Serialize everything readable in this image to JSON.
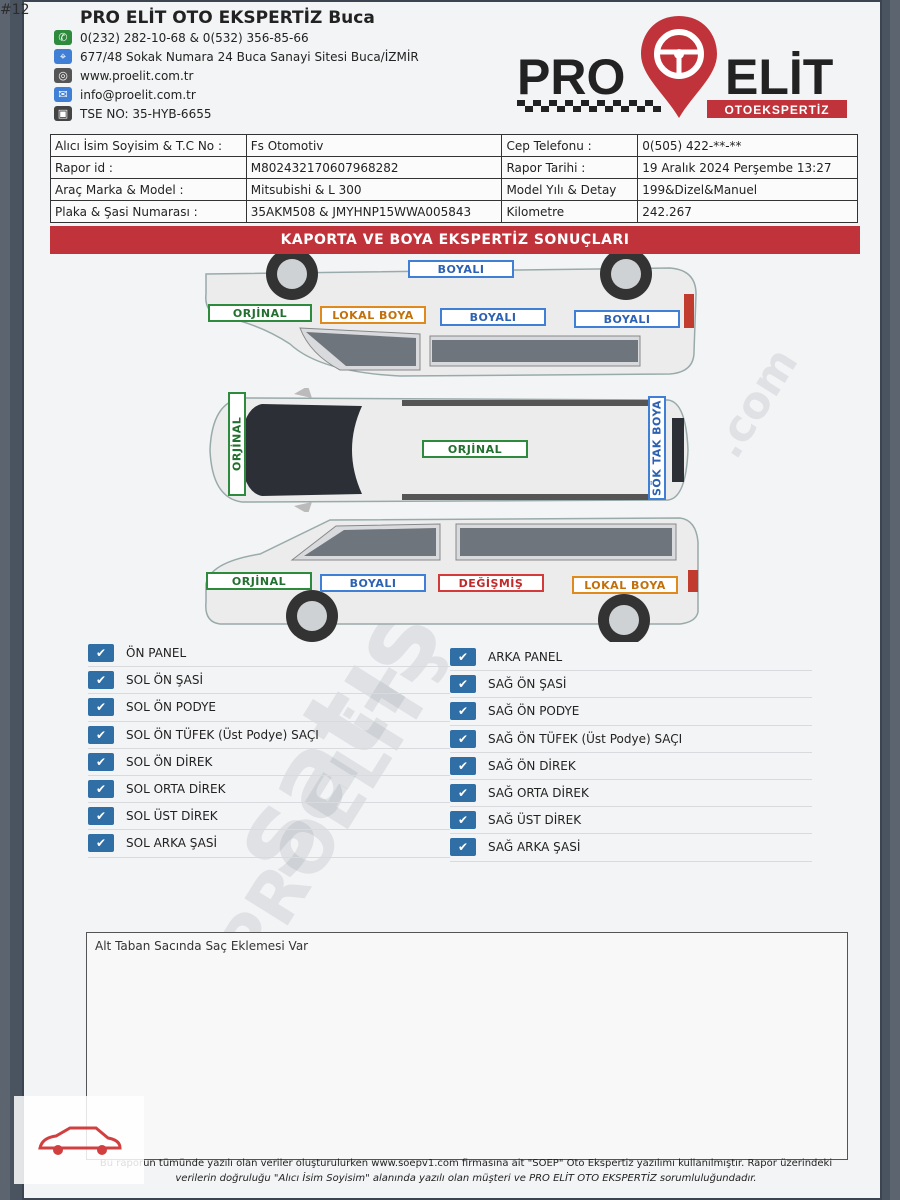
{
  "corner_id": "#12",
  "company": {
    "name": "PRO ELİT OTO EKSPERTİZ Buca",
    "phone": "0(232) 282-10-68 & 0(532) 356-85-66",
    "address": "677/48 Sokak Numara 24 Buca Sanayi Sitesi Buca/İZMİR",
    "website": "www.proelit.com.tr",
    "email": "info@proelit.com.tr",
    "tse": "TSE NO: 35-HYB-6655"
  },
  "logo": {
    "left_text": "PRO",
    "right_text": "ELİT",
    "sub_text": "OTOEKSPERTİZ",
    "accent": "#c0333a"
  },
  "info": {
    "rows": [
      {
        "label1": "Alıcı İsim Soyisim & T.C No :",
        "value1": "Fs Otomotiv",
        "label2": "Cep Telefonu :",
        "value2": "0(505) 422-**-**"
      },
      {
        "label1": "Rapor id :",
        "value1": "M802432170607968282",
        "label2": "Rapor Tarihi :",
        "value2": "19 Aralık 2024 Perşembe 13:27"
      },
      {
        "label1": "Araç Marka & Model :",
        "value1": "Mitsubishi & L 300",
        "label2": "Model Yılı & Detay",
        "value2": "199&Dizel&Manuel"
      },
      {
        "label1": "Plaka & Şasi Numarası :",
        "value1": "35AKM508 & JMYHNP15WWA005843",
        "label2": "Kilometre",
        "value2": "242.267"
      }
    ]
  },
  "section_title": "KAPORTA VE BOYA EKSPERTİZ SONUÇLARI",
  "tags": {
    "top_roof": "BOYALI",
    "top_1": "ORJİNAL",
    "top_2": "LOKAL BOYA",
    "top_3": "BOYALI",
    "top_4": "BOYALI",
    "mid_front": "ORJİNAL",
    "mid_center": "ORJİNAL",
    "mid_rear": "SÖK TAK BOYA",
    "bot_1": "ORJİNAL",
    "bot_2": "BOYALI",
    "bot_3": "DEĞİŞMİŞ",
    "bot_4": "LOKAL BOYA"
  },
  "checklist": {
    "left": [
      "ÖN PANEL",
      "SOL ÖN ŞASİ",
      "SOL ÖN PODYE",
      "SOL ÖN TÜFEK (Üst Podye) SAÇI",
      "SOL ÖN DİREK",
      "SOL ORTA DİREK",
      "SOL ÜST DİREK",
      "SOL ARKA ŞASİ"
    ],
    "right": [
      "ARKA PANEL",
      "SAĞ ÖN ŞASİ",
      "SAĞ ÖN PODYE",
      "SAĞ ÖN TÜFEK (Üst Podye) SAÇI",
      "SAĞ ÖN DİREK",
      "SAĞ ORTA DİREK",
      "SAĞ ÜST DİREK",
      "SAĞ ARKA ŞASİ"
    ]
  },
  "notes": "Alt Taban Sacında Saç Eklemesi Var",
  "footer": {
    "line1": "Bu raporun tümünde yazılı olan veriler oluşturulurken www.soepv1.com firmasına ait \"SOEP\" Oto Ekspertiz yazılımı kullanılmıştır. Rapor üzerindeki",
    "line2": "verilerin doğruluğu \"Alıcı İsim Soyisim\" alanında yazılı olan müşteri ve PRO ELİT OTO EKSPERTİZ sorumluluğundadır."
  },
  "watermarks": {
    "w1": "satış",
    "w2": "PROELİT",
    "w3": ".com"
  }
}
